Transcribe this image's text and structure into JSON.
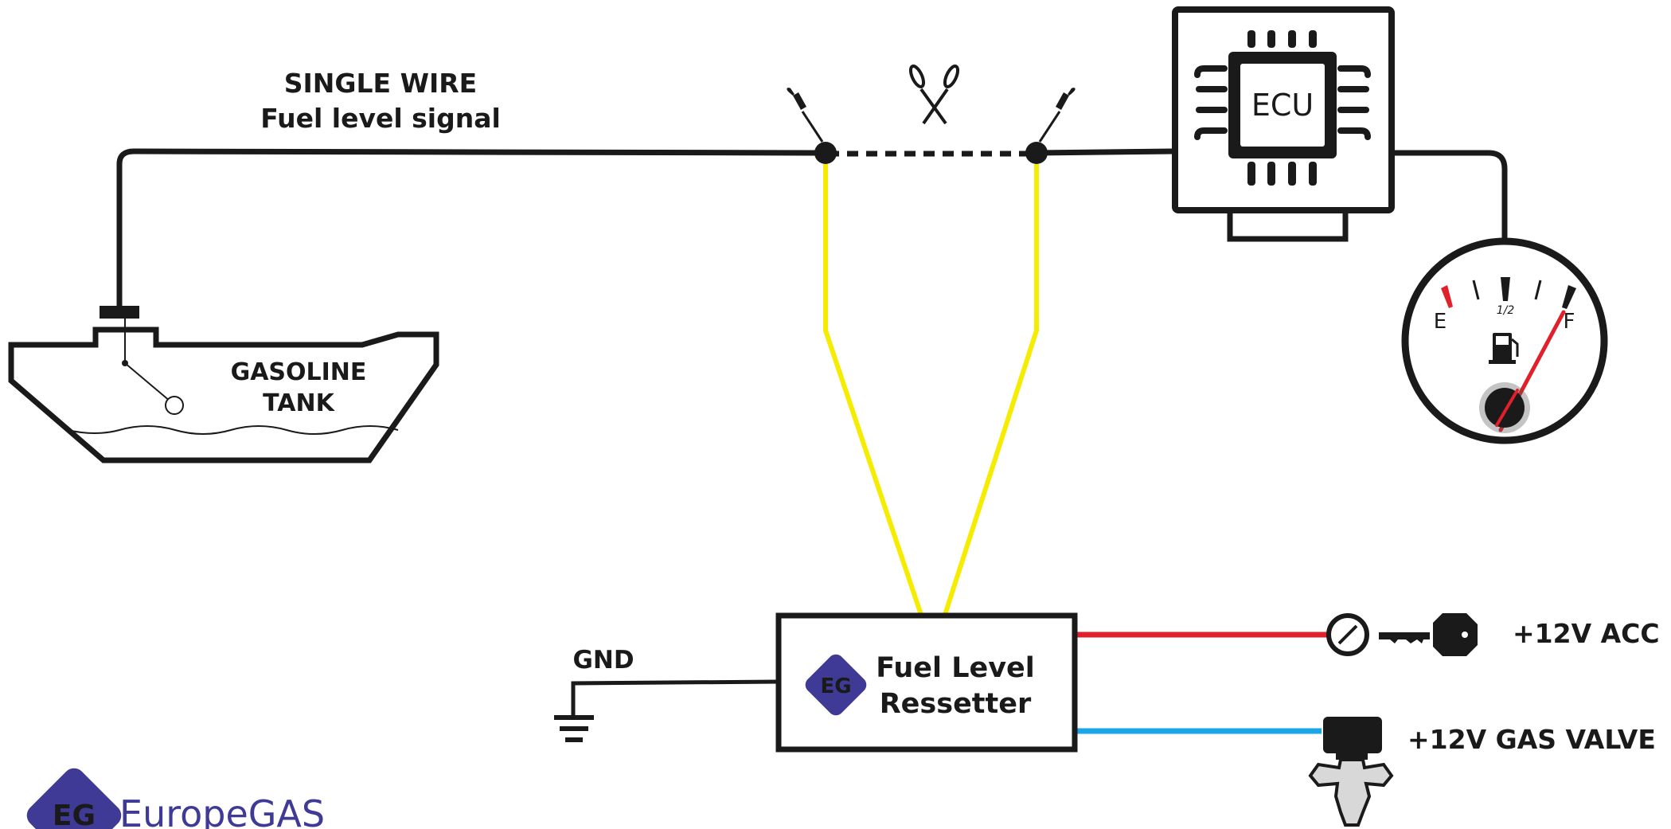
{
  "labels": {
    "signal_line1": "SINGLE WIRE",
    "signal_line2": "Fuel level signal",
    "tank_line1": "GASOLINE",
    "tank_line2": "TANK",
    "ecu": "ECU",
    "gnd": "GND",
    "resetter_line1": "Fuel Level",
    "resetter_line2": "Ressetter",
    "acc": "+12V ACC",
    "gas_valve": "+12V GAS VALVE"
  },
  "gauge": {
    "empty": "E",
    "half": "1/2",
    "full": "F"
  },
  "logo": {
    "badge": "EG",
    "brand": "EuropeGAS"
  },
  "colors": {
    "wire_black": "#1a1a1a",
    "signal_taps": "#f5ec00",
    "acc_wire": "#e0202a",
    "gas_valve_wire": "#1aa6e6",
    "brand_purple": "#3e3a96",
    "gauge_needle": "#e0202a"
  }
}
